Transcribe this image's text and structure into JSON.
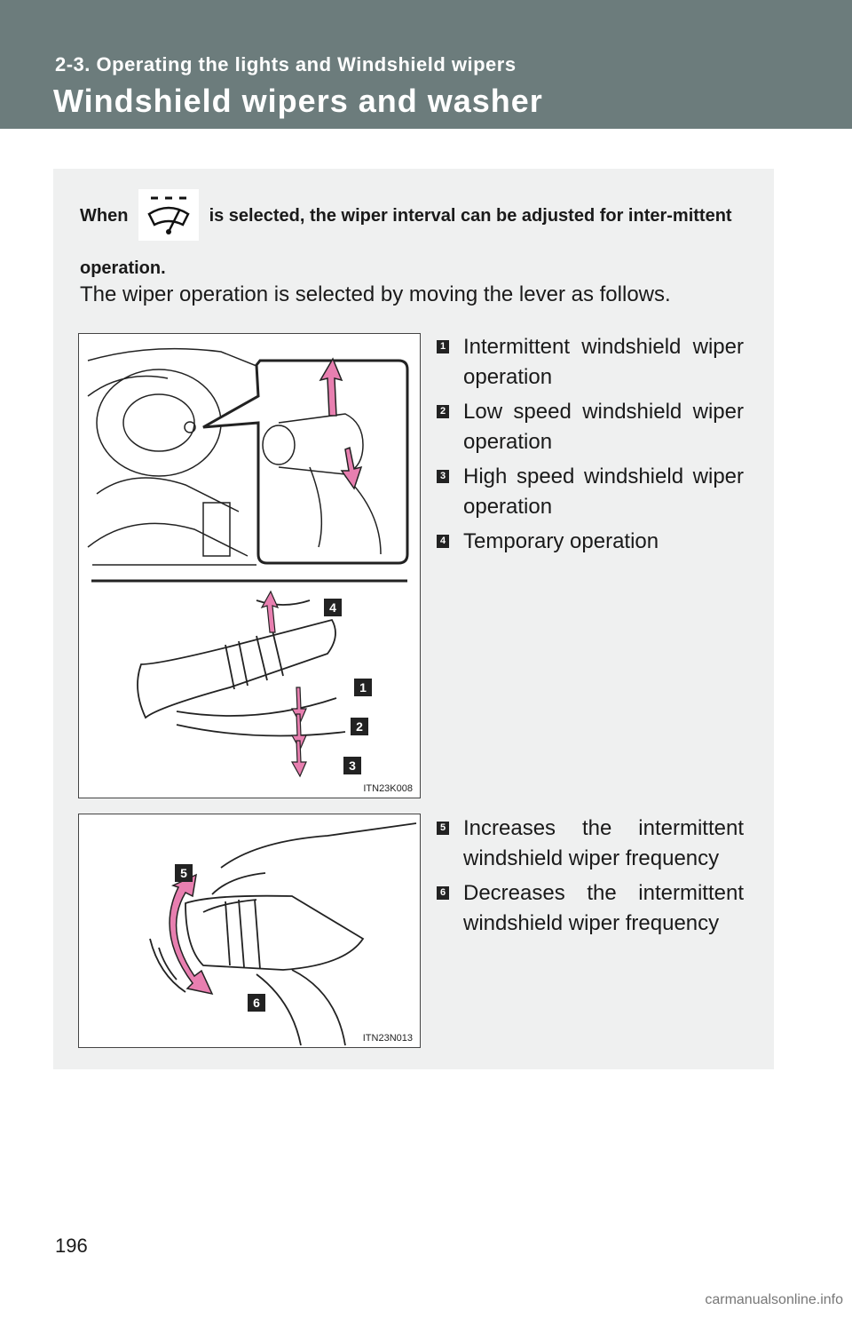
{
  "header": {
    "section": "2-3. Operating the lights and Windshield wipers",
    "title": "Windshield wipers and washer"
  },
  "intro": {
    "text_before": "When",
    "icon": "intermittent-wiper-icon",
    "text_after": "is selected, the wiper interval can be adjusted for inter-mittent operation."
  },
  "description": "The wiper operation is selected by moving the lever as follows.",
  "figure1": {
    "code": "ITN23K008",
    "callouts": [
      "4",
      "1",
      "2",
      "3"
    ],
    "items": [
      {
        "num": "1",
        "text": "Intermittent windshield wiper operation"
      },
      {
        "num": "2",
        "text": "Low speed windshield wiper operation"
      },
      {
        "num": "3",
        "text": "High speed windshield wiper operation"
      },
      {
        "num": "4",
        "text": "Temporary operation"
      }
    ]
  },
  "figure2": {
    "code": "ITN23N013",
    "callouts": [
      "5",
      "6"
    ],
    "items": [
      {
        "num": "5",
        "text": "Increases the intermittent windshield wiper frequency"
      },
      {
        "num": "6",
        "text": "Decreases the intermittent windshield wiper frequency"
      }
    ]
  },
  "page_number": "196",
  "watermark": "carmanualsonline.info",
  "colors": {
    "header_bg": "#6c7c7c",
    "panel_bg": "#eff0f0",
    "arrow_pink": "#e87fb0"
  }
}
